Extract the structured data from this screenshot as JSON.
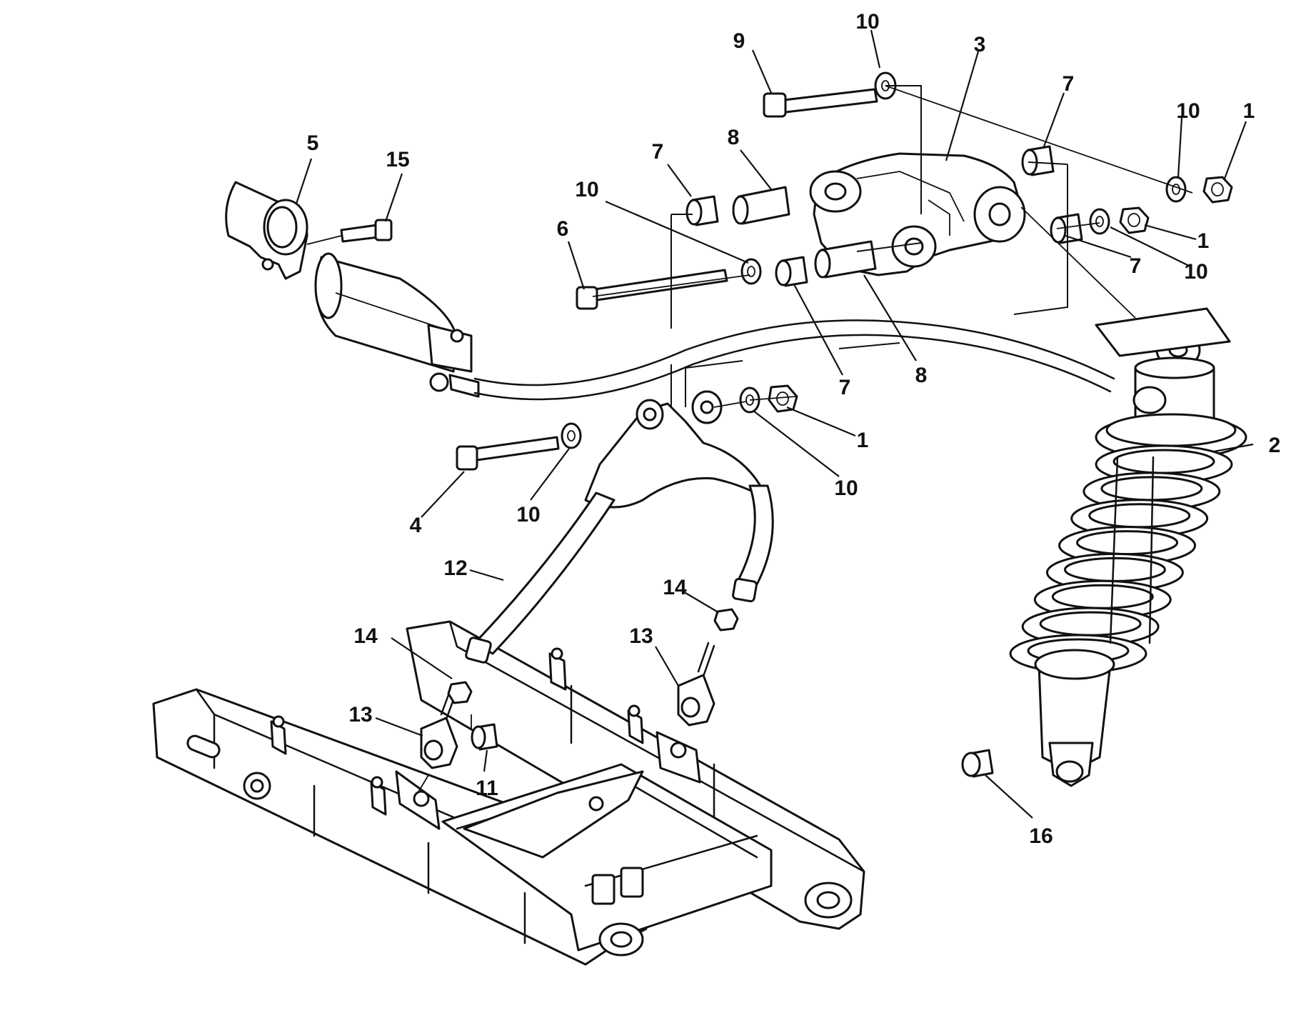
{
  "colors": {
    "ink": "#111111",
    "paper": "#ffffff"
  },
  "callouts": [
    {
      "id": "c9",
      "text": "9"
    },
    {
      "id": "c10a",
      "text": "10"
    },
    {
      "id": "c3",
      "text": "3"
    },
    {
      "id": "c7a",
      "text": "7"
    },
    {
      "id": "c10b",
      "text": "10"
    },
    {
      "id": "c1a",
      "text": "1"
    },
    {
      "id": "c5",
      "text": "5"
    },
    {
      "id": "c15",
      "text": "15"
    },
    {
      "id": "c8a",
      "text": "8"
    },
    {
      "id": "c7b",
      "text": "7"
    },
    {
      "id": "c10c",
      "text": "10"
    },
    {
      "id": "c6",
      "text": "6"
    },
    {
      "id": "c1b",
      "text": "1"
    },
    {
      "id": "c7c",
      "text": "7"
    },
    {
      "id": "c10d",
      "text": "10"
    },
    {
      "id": "c7d",
      "text": "7"
    },
    {
      "id": "c8b",
      "text": "8"
    },
    {
      "id": "c1c",
      "text": "1"
    },
    {
      "id": "c10e",
      "text": "10"
    },
    {
      "id": "c2",
      "text": "2"
    },
    {
      "id": "c4",
      "text": "4"
    },
    {
      "id": "c10f",
      "text": "10"
    },
    {
      "id": "c12",
      "text": "12"
    },
    {
      "id": "c14a",
      "text": "14"
    },
    {
      "id": "c13a",
      "text": "13"
    },
    {
      "id": "c14b",
      "text": "14"
    },
    {
      "id": "c13b",
      "text": "13"
    },
    {
      "id": "c11",
      "text": "11"
    },
    {
      "id": "c16",
      "text": "16"
    }
  ]
}
